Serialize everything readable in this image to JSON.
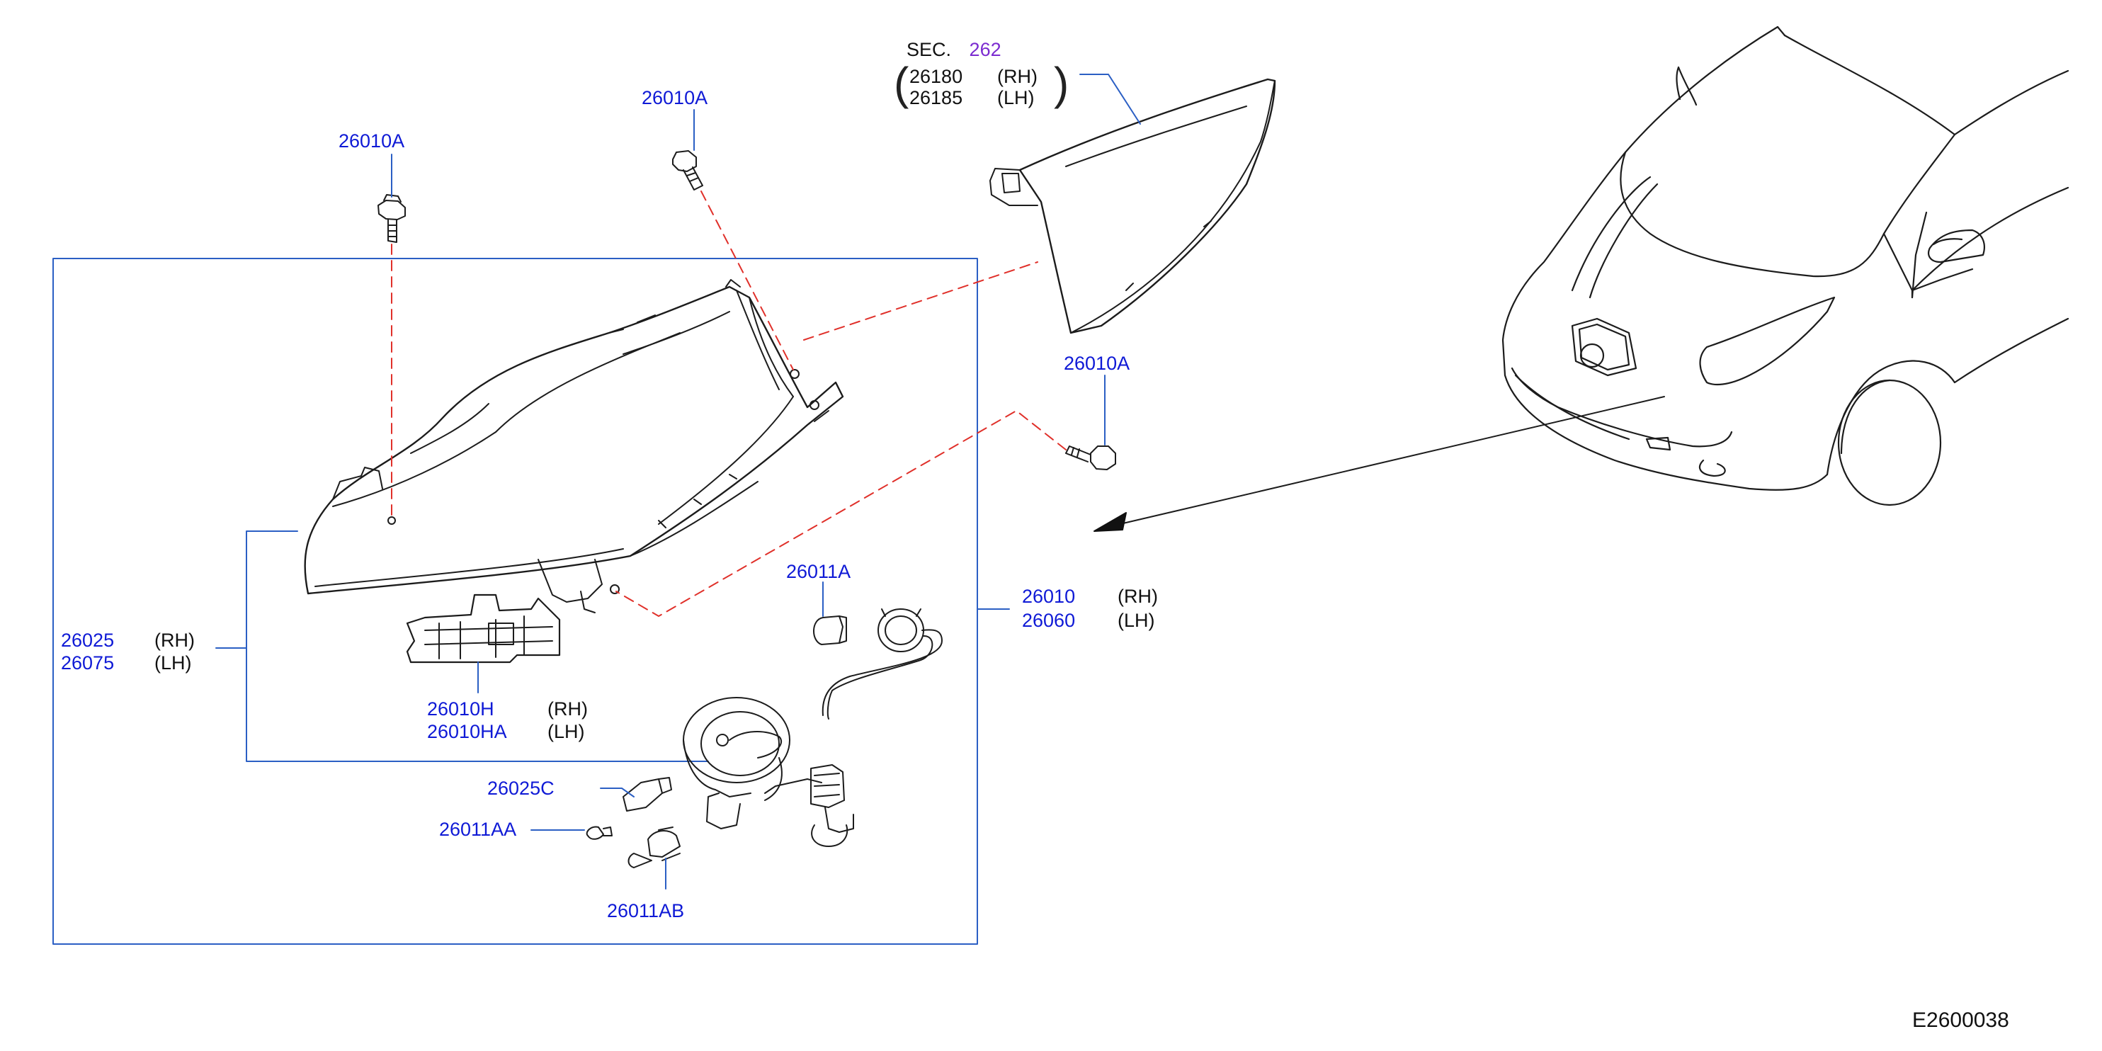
{
  "diagram_id": "E2600038",
  "colors": {
    "part_number": "#0f1ad6",
    "section_ref": "#7b2bd0",
    "outline": "#1c1c1c",
    "frame": "#2b5fc4",
    "dashed": "#e0302a"
  },
  "section": {
    "prefix": "SEC.",
    "number": "262",
    "lines": [
      {
        "part": "26180",
        "side": "(RH)"
      },
      {
        "part": "26185",
        "side": "(LH)"
      }
    ]
  },
  "callouts": {
    "bolt_top_left": "26010A",
    "bolt_top_mid": "26010A",
    "bolt_right": "26010A",
    "headlamp_assy": {
      "part_rh": "26010",
      "side_rh": "(RH)",
      "part_lh": "26060",
      "side_lh": "(LH)"
    },
    "housing": {
      "part_rh": "26025",
      "side_rh": "(RH)",
      "part_lh": "26075",
      "side_lh": "(LH)"
    },
    "bracket": {
      "part_rh": "26010H",
      "side_rh": "(RH)",
      "part_lh": "26010HA",
      "side_lh": "(LH)"
    },
    "bulb_turn": "26011A",
    "socket": "26025C",
    "bulb_small": "26011AA",
    "bulb_main": "26011AB"
  }
}
